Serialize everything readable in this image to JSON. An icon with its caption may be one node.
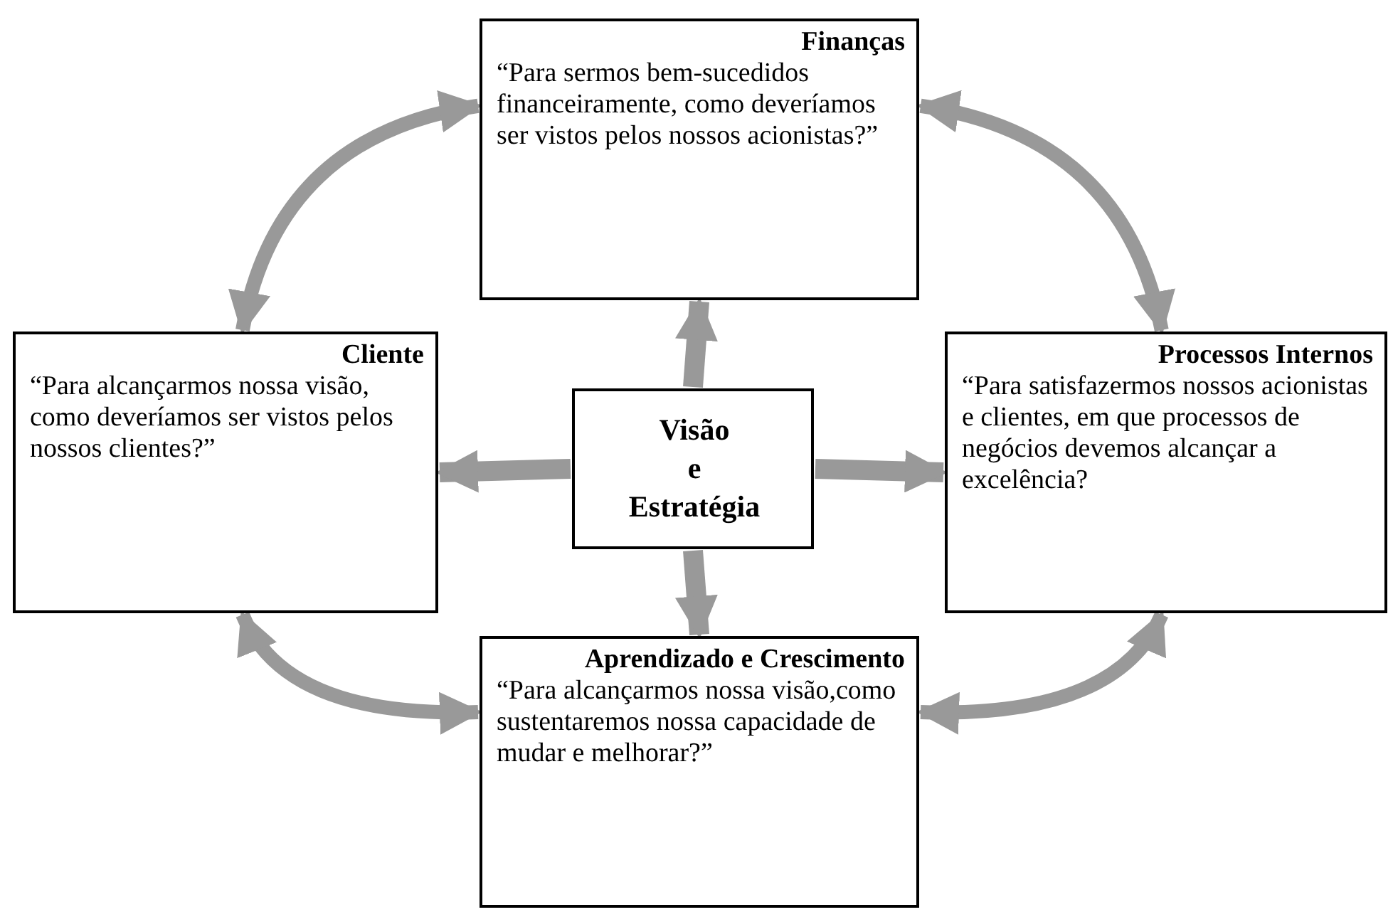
{
  "diagram": {
    "nodes": [
      {
        "text": [
          "Finanças",
          "“Para sermos bem-sucedidos financeiramente, como deveríamos ser vistos pelos nossos acionistas?”"
        ]
      },
      {
        "text": [
          "Cliente",
          "“Para alcançarmos nossa visão, como deveríamos ser vistos pelos nossos clientes?”"
        ]
      },
      {
        "text": [
          "Visão",
          "e",
          "Estratégia"
        ]
      },
      {
        "text": [
          "Processos Internos",
          "“Para satisfazermos nossos acionistas e clientes, em que processos de negócios devemos alcançar a excelência?"
        ]
      },
      {
        "text": [
          "Aprendizado e Crescimento",
          "“Para alcançarmos nossa visão,como sustentaremos nossa capacidade de mudar e melhorar?”"
        ]
      }
    ],
    "edges": [
      {
        "from": 2,
        "to": 0,
        "arrow": "to"
      },
      {
        "from": 2,
        "to": 1,
        "arrow": "to"
      },
      {
        "from": 2,
        "to": 3,
        "arrow": "to"
      },
      {
        "from": 2,
        "to": 4,
        "arrow": "to"
      },
      {
        "from": 1,
        "to": 0,
        "arrow": "both"
      },
      {
        "from": 0,
        "to": 3,
        "arrow": "both"
      },
      {
        "from": 1,
        "to": 4,
        "arrow": "both"
      },
      {
        "from": 3,
        "to": 4,
        "arrow": "both"
      }
    ]
  }
}
